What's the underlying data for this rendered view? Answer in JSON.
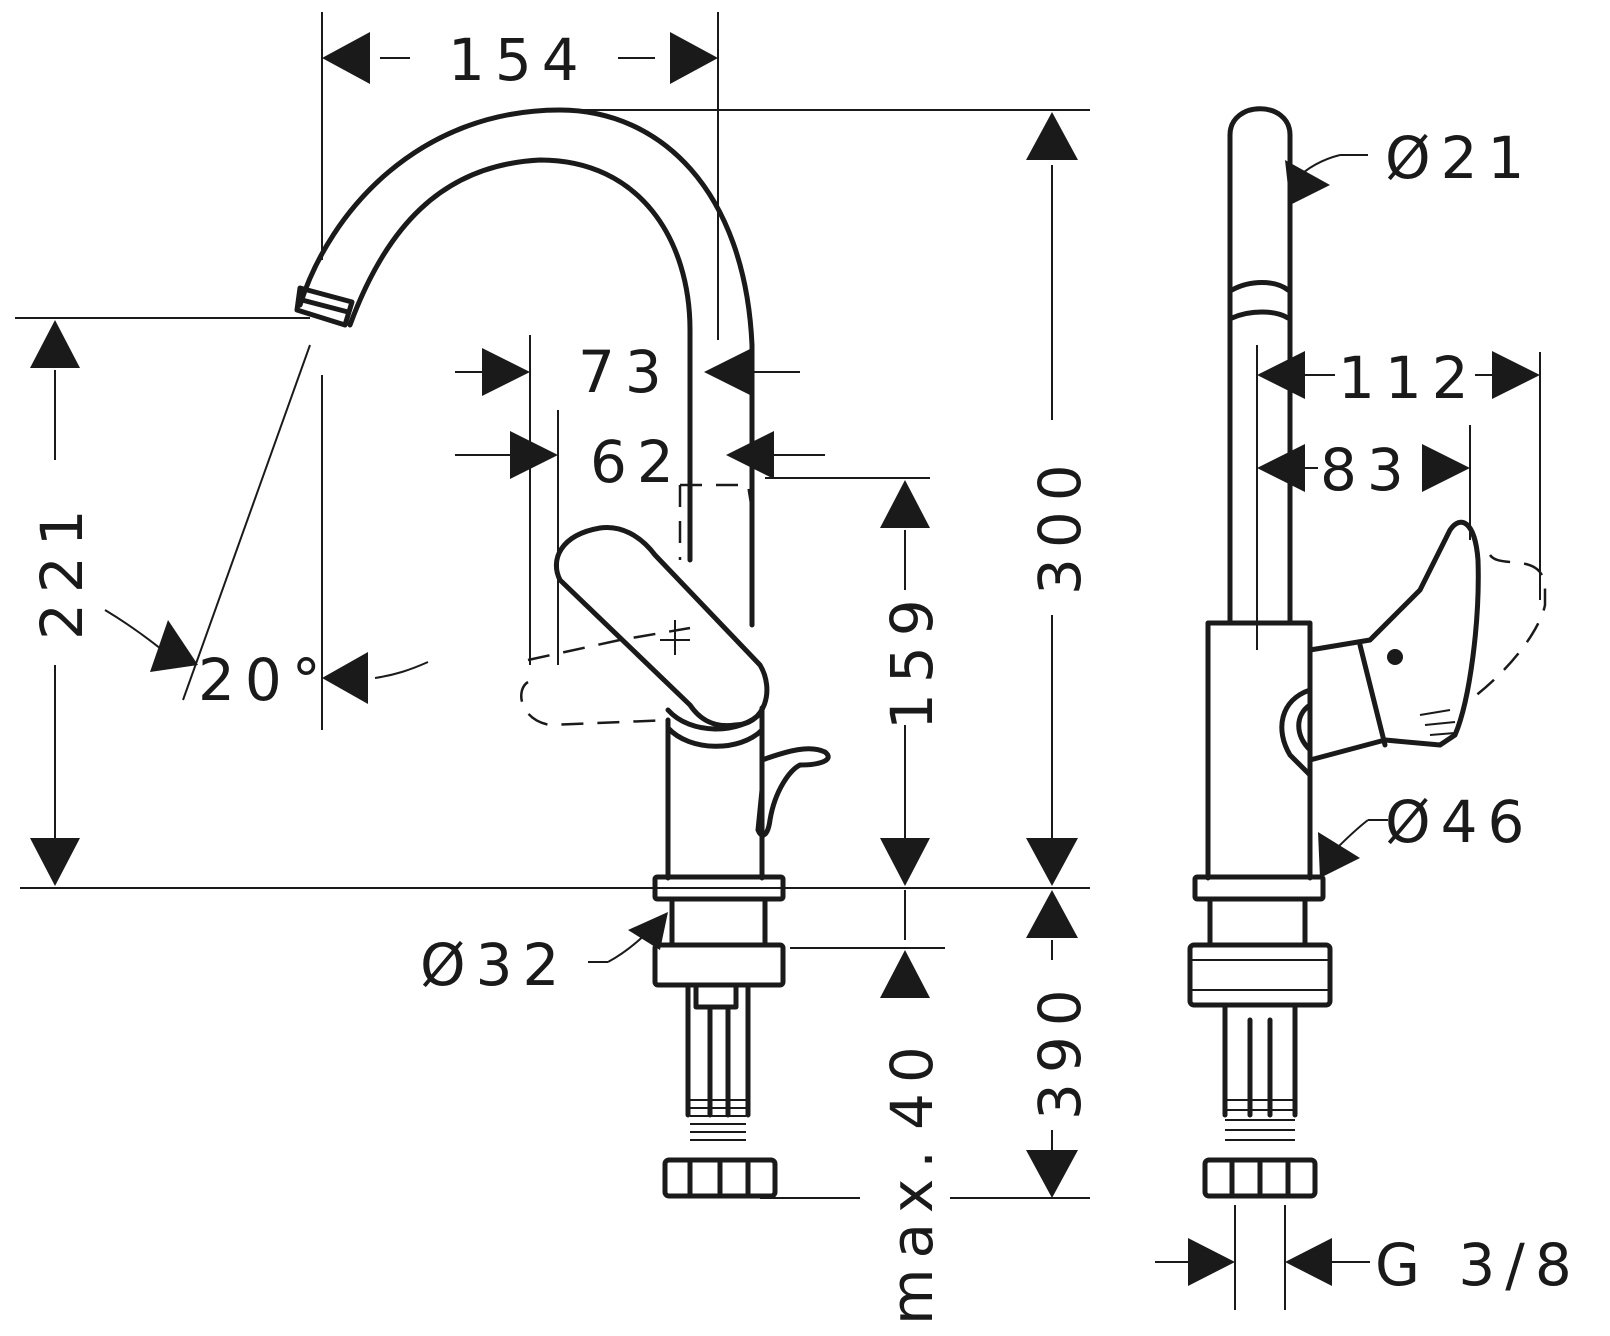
{
  "dimensions": {
    "width_154": "154",
    "height_300": "300",
    "height_221": "221",
    "angle_20": "20°",
    "offset_73": "73",
    "offset_62": "62",
    "height_159": "159",
    "diameter_32": "Ø32",
    "max_40": "40",
    "max_prefix": "max.",
    "length_390": "390",
    "diameter_21": "Ø21",
    "reach_112": "112",
    "reach_83": "83",
    "diameter_46": "Ø46",
    "thread": "G 3/8"
  }
}
